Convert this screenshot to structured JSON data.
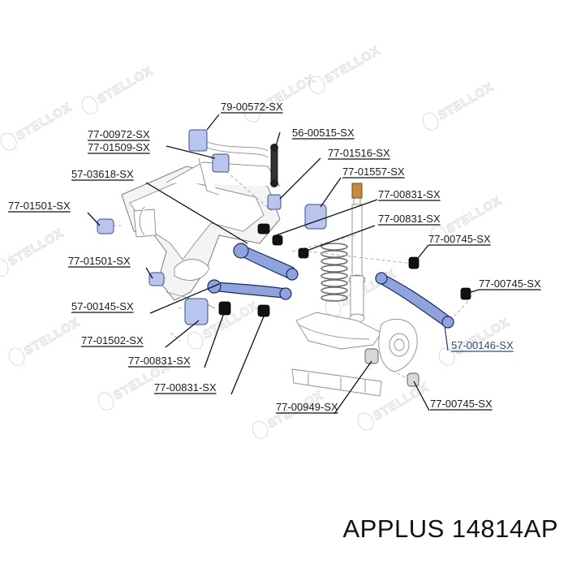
{
  "watermark": "STELLOX",
  "footer": "APPLUS 14814AP",
  "labels": [
    "79-00572-SX",
    "77-00972-SX",
    "77-01509-SX",
    "56-00515-SX",
    "77-01516-SX",
    "57-03618-SX",
    "77-01557-SX",
    "77-00831-SX",
    "77-01501-SX",
    "77-00831-SX",
    "77-00745-SX",
    "77-01501-SX",
    "77-00745-SX",
    "57-00145-SX",
    "77-01502-SX",
    "57-00146-SX",
    "77-00831-SX",
    "77-00831-SX",
    "77-00949-SX",
    "77-00745-SX"
  ],
  "colors": {
    "arm_fill": "#8fa3de",
    "arm_stroke": "#1b2a60",
    "label_highlight": "#2a4a8a"
  }
}
